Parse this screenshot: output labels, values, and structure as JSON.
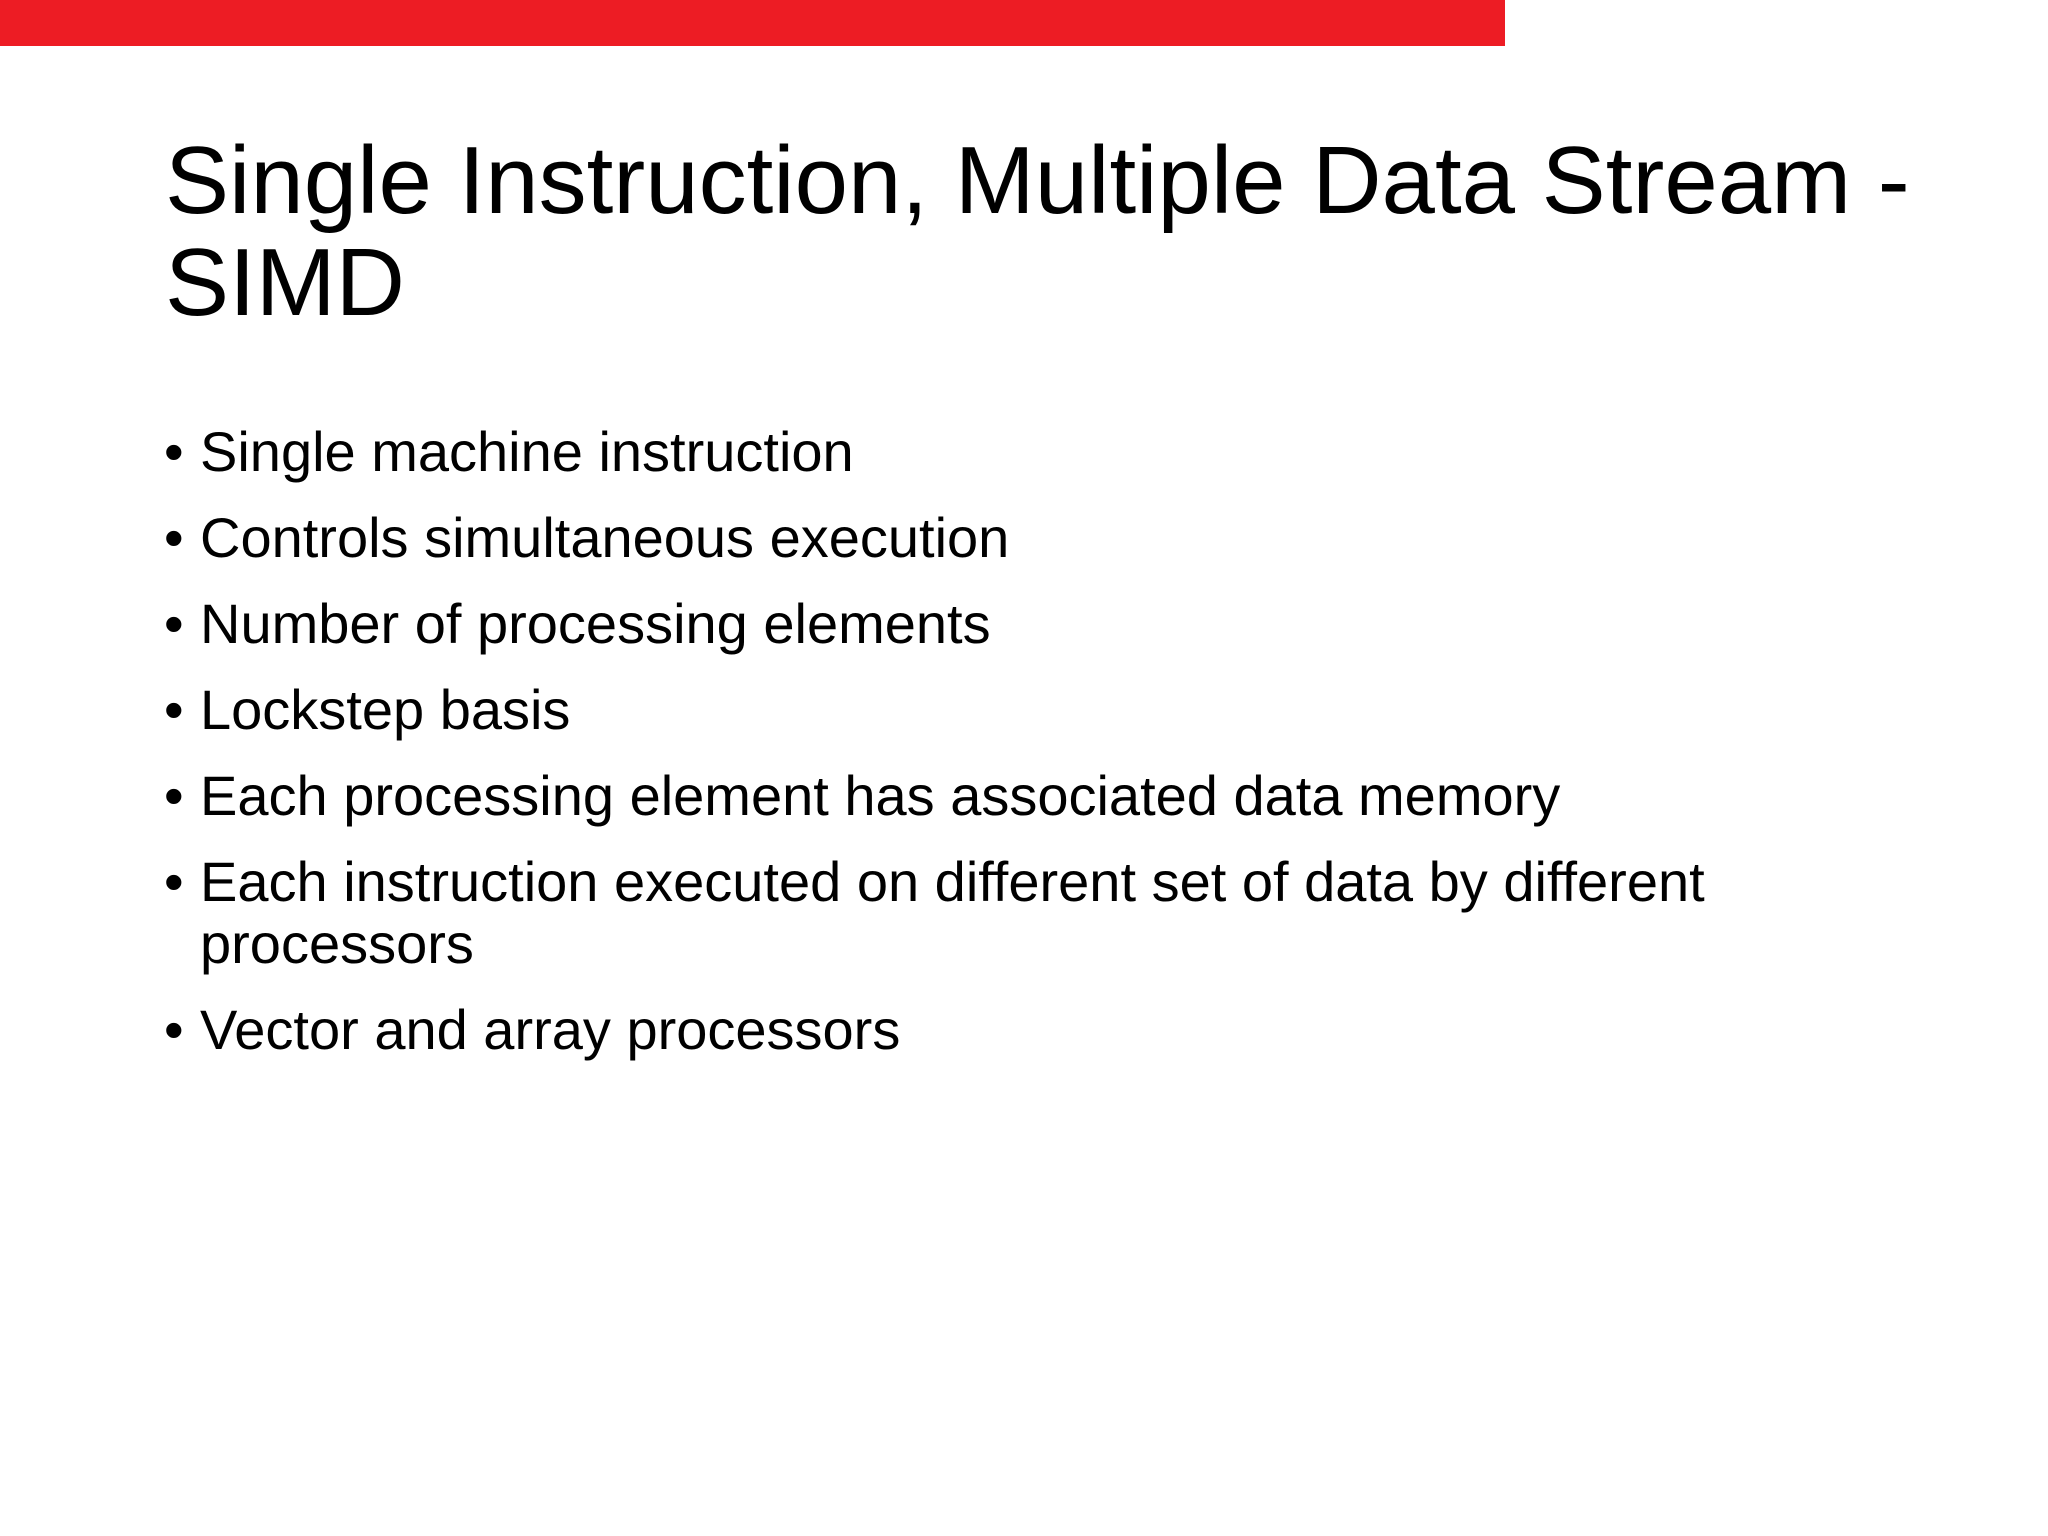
{
  "slide": {
    "background_color": "#ffffff",
    "accent_bar_color": "#ED1C24",
    "title": "Single Instruction, Multiple Data Stream - SIMD",
    "bullet_glyph": "•",
    "bullets": [
      "Single machine instruction",
      "Controls simultaneous execution",
      "Number of processing elements",
      "Lockstep basis",
      "Each processing element has associated data memory",
      "Each instruction executed on different set of data by different processors",
      "Vector and array processors"
    ]
  }
}
